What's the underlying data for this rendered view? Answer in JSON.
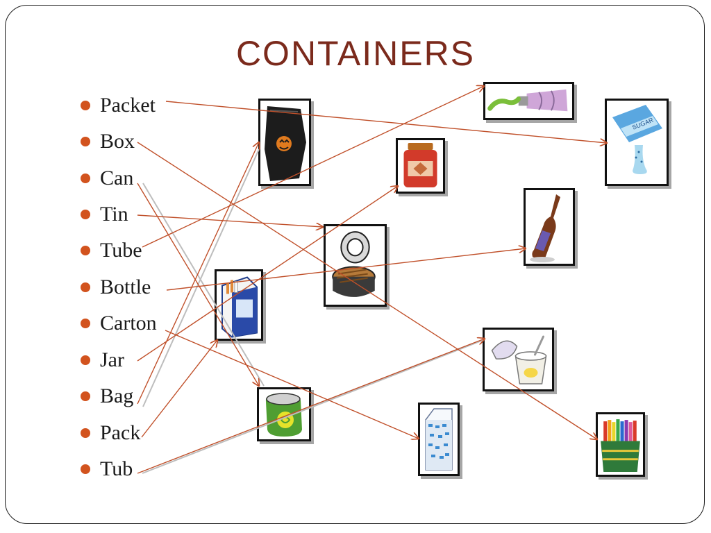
{
  "title": "CONTAINERS",
  "terms": [
    {
      "label": "Packet"
    },
    {
      "label": "Box"
    },
    {
      "label": "Can"
    },
    {
      "label": "Tin"
    },
    {
      "label": "Tube"
    },
    {
      "label": "Bottle"
    },
    {
      "label": "Carton"
    },
    {
      "label": "Jar"
    },
    {
      "label": "Bag"
    },
    {
      "label": "Pack"
    },
    {
      "label": "Tub"
    }
  ],
  "pictures": [
    {
      "name": "bag-picture",
      "icon": "chip-bag-icon"
    },
    {
      "name": "jar-picture",
      "icon": "jam-jar-icon"
    },
    {
      "name": "tube-picture",
      "icon": "toothpaste-tube-icon"
    },
    {
      "name": "packet-picture",
      "icon": "sugar-packet-icon"
    },
    {
      "name": "tin-picture",
      "icon": "open-tin-icon"
    },
    {
      "name": "bottle-picture",
      "icon": "bottle-icon"
    },
    {
      "name": "pack-picture",
      "icon": "cigarette-pack-icon"
    },
    {
      "name": "tub-picture",
      "icon": "yogurt-tub-icon"
    },
    {
      "name": "can-picture",
      "icon": "soda-can-icon"
    },
    {
      "name": "carton-picture",
      "icon": "milk-carton-icon"
    },
    {
      "name": "box-picture",
      "icon": "crayon-box-icon"
    }
  ],
  "colors": {
    "title": "#7b2a1c",
    "bullet": "#d2531e",
    "arrow": "#c0502a",
    "gray_line": "#bdbdbd"
  },
  "matches": [
    {
      "term": "Packet",
      "picture": "packet-picture"
    },
    {
      "term": "Box",
      "picture": "box-picture"
    },
    {
      "term": "Can",
      "picture": "can-picture"
    },
    {
      "term": "Tin",
      "picture": "tin-picture"
    },
    {
      "term": "Tube",
      "picture": "tube-picture"
    },
    {
      "term": "Bottle",
      "picture": "bottle-picture"
    },
    {
      "term": "Carton",
      "picture": "carton-picture"
    },
    {
      "term": "Jar",
      "picture": "jar-picture"
    },
    {
      "term": "Bag",
      "picture": "bag-picture"
    },
    {
      "term": "Pack",
      "picture": "pack-picture"
    },
    {
      "term": "Tub",
      "picture": "tub-picture"
    }
  ]
}
